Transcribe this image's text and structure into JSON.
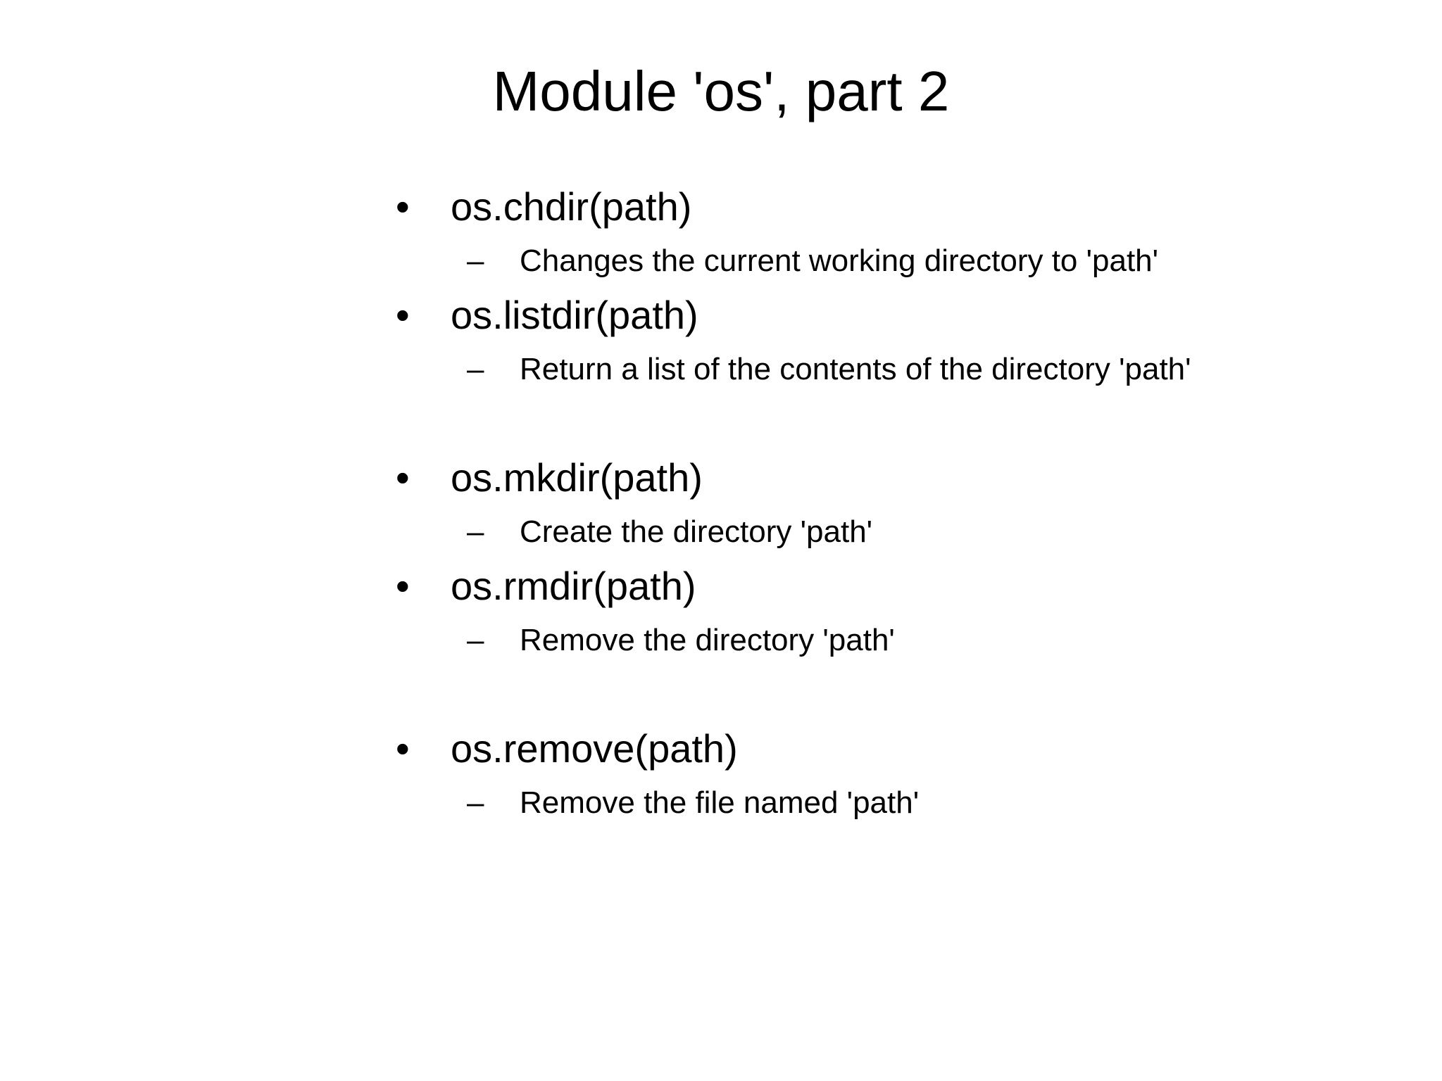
{
  "slide": {
    "title": "Module 'os', part 2",
    "bullet_glyph": "•",
    "dash_glyph": "–",
    "items": [
      {
        "function": "os.chdir(path)",
        "description": "Changes the current working directory to 'path'"
      },
      {
        "function": "os.listdir(path)",
        "description": "Return a list of the contents of the directory 'path'"
      },
      {
        "function": "os.mkdir(path)",
        "description": "Create the directory 'path'"
      },
      {
        "function": "os.rmdir(path)",
        "description": "Remove the directory 'path'"
      },
      {
        "function": "os.remove(path)",
        "description": "Remove the file named 'path'"
      }
    ],
    "colors": {
      "background": "#ffffff",
      "text": "#000000"
    }
  }
}
